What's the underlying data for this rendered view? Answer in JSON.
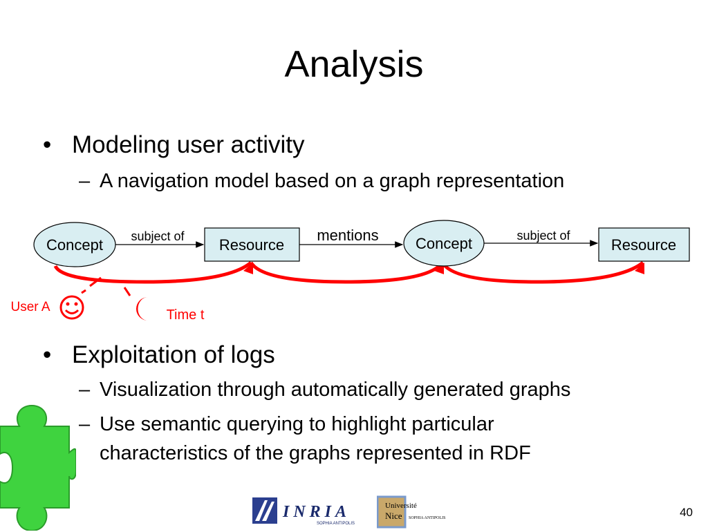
{
  "slide": {
    "title": "Analysis",
    "bullets": [
      {
        "text": "Modeling user activity",
        "subs": [
          "A navigation model based on a graph representation"
        ]
      },
      {
        "text": "Exploitation of logs",
        "subs": [
          "Visualization through automatically generated graphs",
          "Use semantic querying to highlight particular",
          "characteristics of the graphs represented in RDF"
        ]
      }
    ],
    "bullet_symbol": "•",
    "sub_symbol": "–",
    "page_number": "40"
  },
  "diagram": {
    "nodes": [
      {
        "label": "Concept",
        "shape": "ellipse"
      },
      {
        "label": "Resource",
        "shape": "rectangle"
      },
      {
        "label": "Concept",
        "shape": "ellipse"
      },
      {
        "label": "Resource",
        "shape": "rectangle"
      }
    ],
    "edges": [
      {
        "label": "subject of"
      },
      {
        "label": "mentions"
      },
      {
        "label": "subject of"
      }
    ],
    "user_label": "User A",
    "time_label": "Time t",
    "user_icon": "smiley-icon",
    "time_icon": "crescent-moon-icon",
    "colors": {
      "node_fill": "#d9eef2",
      "path": "#ff0000",
      "label_red": "#ff0000",
      "puzzle": "#3fd33f"
    }
  },
  "logos": {
    "inria": "INRIA",
    "inria_sub": "SOPHIA ANTIPOLIS",
    "univ_line1": "Université",
    "univ_line2": "Nice",
    "univ_sub": "SOPHIA ANTIPOLIS"
  }
}
